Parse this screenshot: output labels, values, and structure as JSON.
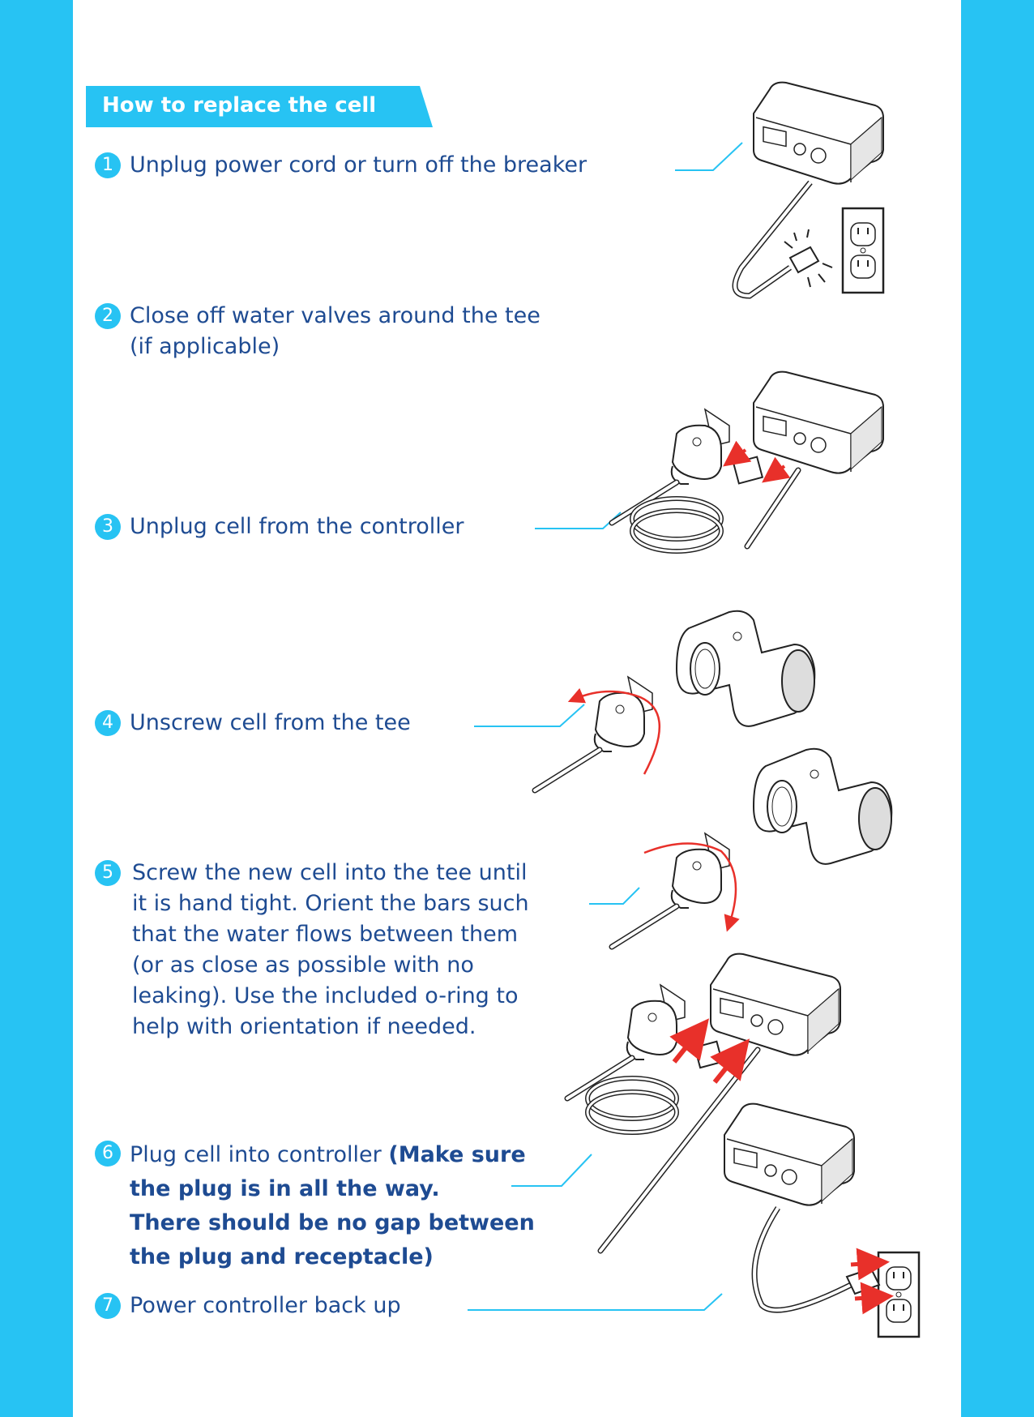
{
  "header": {
    "title": "How to replace the cell"
  },
  "colors": {
    "accent": "#27c3f3",
    "text": "#1e4b92",
    "arrow": "#e8302a"
  },
  "steps": [
    {
      "number": "1",
      "text": "Unplug power cord or turn off the breaker"
    },
    {
      "number": "2",
      "line1": "Close off water valves around the tee",
      "line2": "(if applicable)"
    },
    {
      "number": "3",
      "text": "Unplug cell from the controller"
    },
    {
      "number": "4",
      "text": "Unscrew cell from the tee"
    },
    {
      "number": "5",
      "lines": [
        "Screw the new cell into the tee until",
        "it is hand tight. Orient the bars such",
        "that the water flows between them",
        "(or as close as possible with no",
        "leaking). Use the included o-ring to",
        "help with orientation if needed."
      ]
    },
    {
      "number": "6",
      "text": "Plug cell into controller",
      "bold_lines": [
        "(Make sure",
        "the plug is in all the way.",
        "There should be no gap between",
        "the plug and receptacle)"
      ]
    },
    {
      "number": "7",
      "text": "Power controller back up"
    }
  ]
}
